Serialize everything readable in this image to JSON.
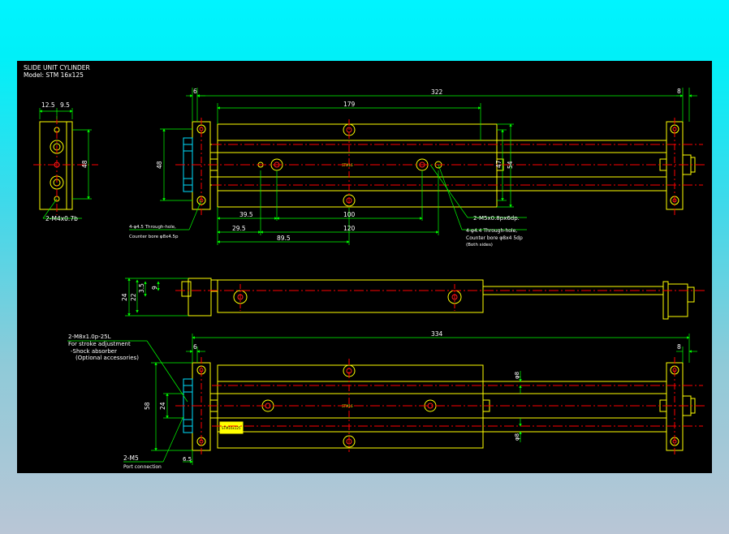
{
  "title": {
    "line1": "SLIDE UNIT CYLINDER",
    "line2": "Model: STM 16x125"
  },
  "end_view": {
    "dims": [
      "12.5",
      "9.5",
      "48"
    ],
    "callout": "2-M4x0.7b"
  },
  "top_view": {
    "dims": {
      "left_end": "6",
      "overall": "322",
      "right_end": "8",
      "rod_span": "179",
      "height_left": "48",
      "h47": "47",
      "h54": "54",
      "d39_5": "39.5",
      "d100": "100",
      "d29_5": "29.5",
      "d120": "120",
      "d89_5": "89.5"
    },
    "callout_left_1": "4-φ4.5 Through-hole,",
    "callout_left_2": "Counter bore φ8x4.5p",
    "callout_right_1": "2-M5x0.8px6dp.",
    "callout_right_2": "4-φ4.4 Through-hole,",
    "callout_right_3": "Counter bore φ8x4 5dp",
    "callout_right_4": "(Both sides)",
    "body_mark": "STM16"
  },
  "side_view": {
    "dims": [
      "24",
      "22",
      "3.5",
      "9"
    ]
  },
  "bottom_view": {
    "dims": {
      "overall": "334",
      "left_end": "6",
      "right_end": "8",
      "h58": "58",
      "h24": "24",
      "d8_top": "φ8",
      "d8_bot": "φ8",
      "d6_5": "6.5"
    },
    "callout_1": "2-M8x1.0p-25L",
    "callout_2": "For stroke adjustment",
    "callout_3": "-Shock absorber",
    "callout_4": "(Optional accessories)",
    "port_1": "2-M5",
    "port_2": "Port connection",
    "body_mark": "STM16",
    "label_plate": "STM16x125"
  },
  "colors": {
    "sheet": "#000000",
    "outline": "#ffff00",
    "centerline": "#ff0000",
    "dimension": "#00ff00",
    "text": "#ffffff",
    "accent": "#00e0ff"
  }
}
